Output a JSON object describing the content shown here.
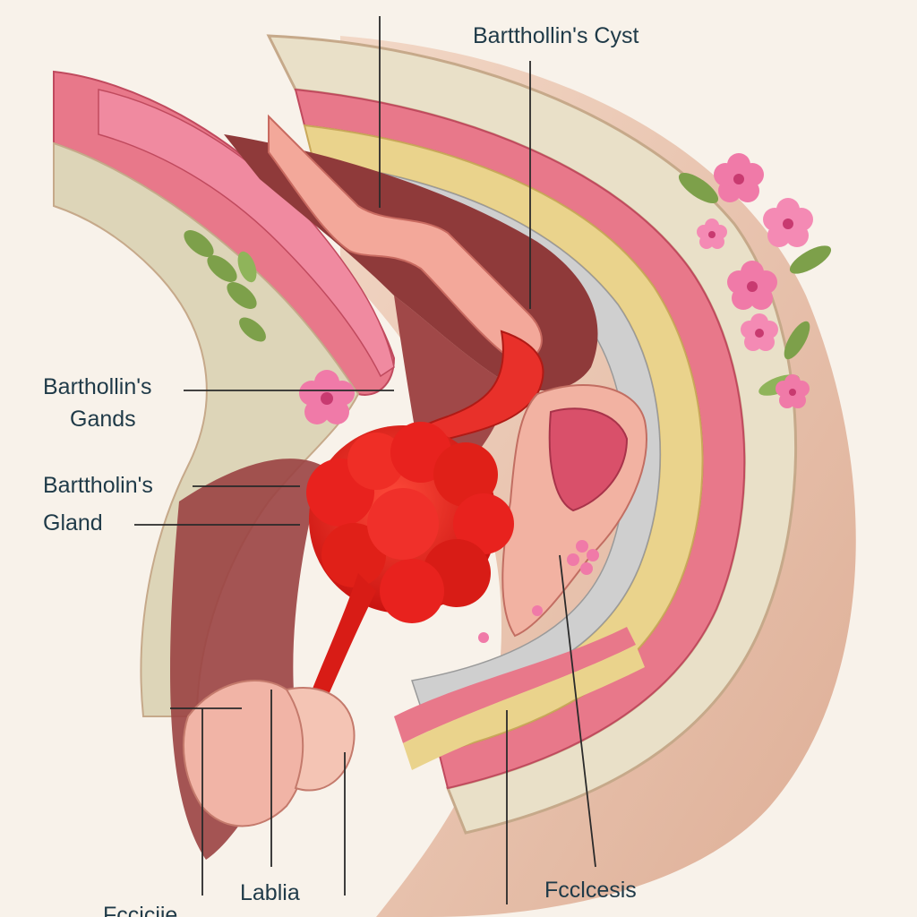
{
  "labels": {
    "cyst": "Bartthollin's Cyst",
    "glands_line1": "Barthollin's",
    "glands_line2": "Gands",
    "gland_line1": "Barttholin's",
    "gland_line2": "Gland",
    "labia": "Lablia",
    "fcclcesis": "Fcclcesis",
    "bottom_left_partial": "Fcciciie"
  },
  "colors": {
    "background": "#f8f2ea",
    "label_text": "#1f3a48",
    "leader_line": "#2a2a2a",
    "muscle_pink": "#e8788a",
    "fat_yellow": "#ead38c",
    "cavity_dark": "#8f3a3a",
    "cyst_red": "#e0201c",
    "skin_tan": "#e6b7a0",
    "flower_pink": "#f07aa8",
    "leaf_green": "#7da04a"
  },
  "icons": [
    "flower-icon",
    "leaf-icon"
  ]
}
